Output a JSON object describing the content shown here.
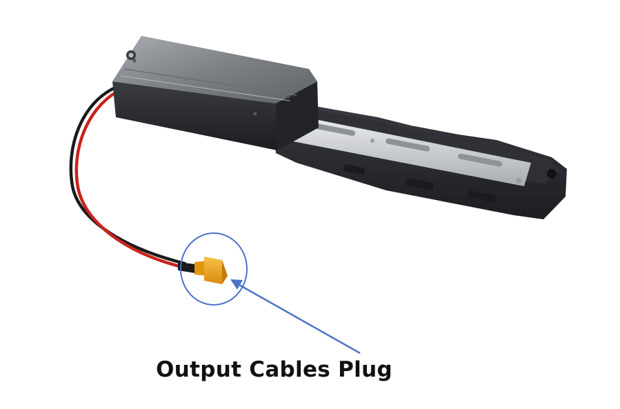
{
  "caption": "Output Cables Plug",
  "colors": {
    "background": "#ffffff",
    "annotation_blue": "#4a72c8",
    "plug_yellow": "#f0a21c",
    "cable_red": "#c8231e",
    "housing_dark": "#2b2d33",
    "housing_metal": "#8f9296",
    "rail_silver": "#cfd2d6"
  },
  "objects": {
    "product": "e-bike battery mounting base with controller box",
    "connector": "XT60 plug",
    "annotation": "circle and arrow pointing at plug"
  }
}
